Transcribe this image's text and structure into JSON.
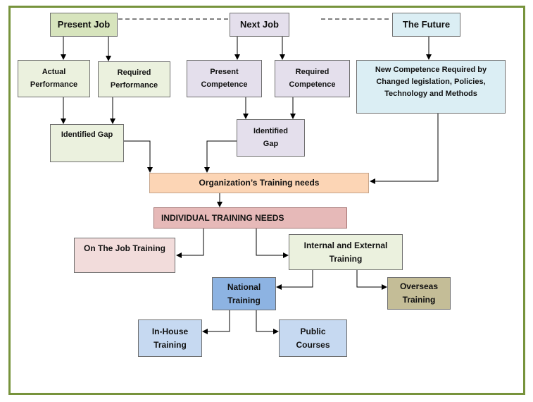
{
  "top": {
    "present_job": "Present Job",
    "next_job": "Next Job",
    "future": "The Future"
  },
  "present_branch": {
    "actual_performance": [
      "Actual",
      "Performance"
    ],
    "required_performance": [
      "Required",
      "Performance"
    ],
    "gap": "Identified Gap"
  },
  "next_branch": {
    "present_competence": [
      "Present",
      "Competence"
    ],
    "required_competence": [
      "Required",
      "Competence"
    ],
    "gap": [
      "Identified",
      "Gap"
    ]
  },
  "future_branch": {
    "new_competence": [
      "New Competence Required by",
      "Changed legislation, Policies,",
      "Technology and Methods"
    ]
  },
  "org_training_needs": "Organization’s Training needs",
  "individual_training_needs": "INDIVIDUAL TRAINING NEEDS",
  "on_job_training": "On The Job Training",
  "internal_external": [
    "Internal and External",
    "Training"
  ],
  "national_training": [
    "National",
    "Training"
  ],
  "overseas_training": [
    "Overseas",
    "Training"
  ],
  "in_house_training": [
    "In-House",
    "Training"
  ],
  "public_courses": [
    "Public",
    "Courses"
  ],
  "colors": {
    "frame": "#77933c",
    "present_job": "#d7e4bd",
    "performance_boxes": "#ebf1de",
    "next_job_boxes": "#e4dfec",
    "future_boxes": "#dbeef4",
    "org_needs": "#fcd5b5",
    "individual_needs": "#e6b9b8",
    "on_job": "#f2dcdb",
    "national": "#8db3e2",
    "public_inhouse": "#c6d9f1",
    "overseas": "#c4bd97"
  }
}
